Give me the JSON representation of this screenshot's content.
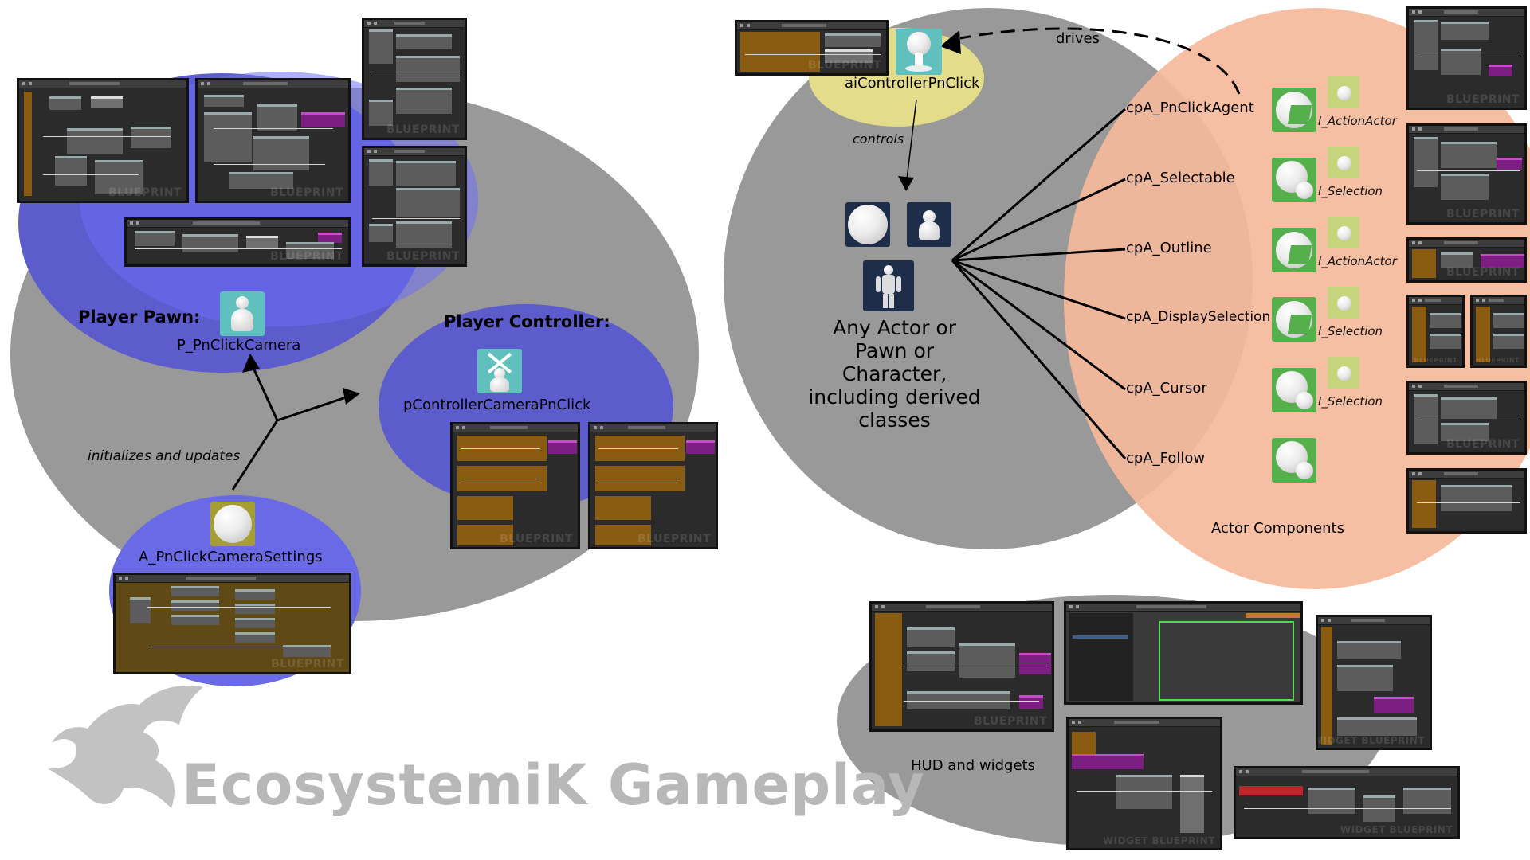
{
  "title": "EcosystemiK Gameplay",
  "left_group": {
    "player_pawn_header": "Player Pawn:",
    "player_pawn_name": "P_PnClickCamera",
    "player_controller_header": "Player Controller:",
    "player_controller_name": "pControllerCameraPnClick",
    "camera_settings_name": "A_PnClickCameraSettings",
    "relation_label": "initializes and updates"
  },
  "right_group": {
    "ai_controller_name": "aiControllerPnClick",
    "controls_label": "controls",
    "drives_label": "drives",
    "any_actor_text": "Any Actor or Pawn or Character, including derived classes",
    "actor_components_label": "Actor Components",
    "components": [
      {
        "name": "cpA_PnClickAgent",
        "interface": "I_ActionActor"
      },
      {
        "name": "cpA_Selectable",
        "interface": "I_Selection"
      },
      {
        "name": "cpA_Outline",
        "interface": "I_ActionActor"
      },
      {
        "name": "cpA_DisplaySelection",
        "interface": "I_Selection"
      },
      {
        "name": "cpA_Cursor",
        "interface": "I_Selection"
      },
      {
        "name": "cpA_Follow",
        "interface": ""
      }
    ]
  },
  "hud_group": {
    "label": "HUD and widgets"
  },
  "watermarks": {
    "blueprint": "BLUEPRINT",
    "widget_blueprint": "WIDGET BLUEPRINT"
  },
  "colors": {
    "group_gray": "#999999",
    "pawn_blue": "#5c5ccc",
    "salmon": "#f5b89a",
    "ai_yellow": "#e3dc8a"
  },
  "icons": {
    "player_pawn": "pawn-icon",
    "player_controller": "controller-icon",
    "camera_settings": "sphere-actor-icon",
    "ai_controller": "ai-controller-icon",
    "actor": "sphere-actor-icon",
    "pawn": "pawn-icon",
    "character": "character-icon",
    "component": "actor-component-icon",
    "interface": "interface-icon"
  }
}
